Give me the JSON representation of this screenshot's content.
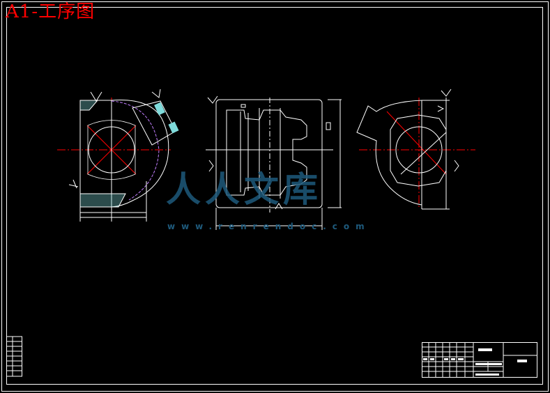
{
  "title": "A1-工序图",
  "watermark": {
    "logo": "人人文库",
    "url": "www.renrendoc.com"
  },
  "colors": {
    "background": "#000000",
    "line": "#ffffff",
    "centerline": "#ff0000",
    "section": "#7fdbdb",
    "title": "#ff0000",
    "watermark": "#1e5a7c"
  }
}
